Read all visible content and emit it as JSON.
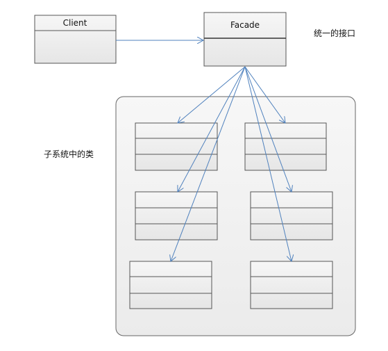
{
  "client": {
    "name": "Client"
  },
  "facade": {
    "name": "Facade"
  },
  "annotations": {
    "interface_note": "统一的接口",
    "subsystem_note": "子系统中的类"
  },
  "colors": {
    "box_fill": "#eeeeee",
    "box_stroke": "#555555",
    "arrow": "#4f81bd",
    "subsystem_fill": "#f2f2f2",
    "subsystem_stroke": "#666666"
  }
}
